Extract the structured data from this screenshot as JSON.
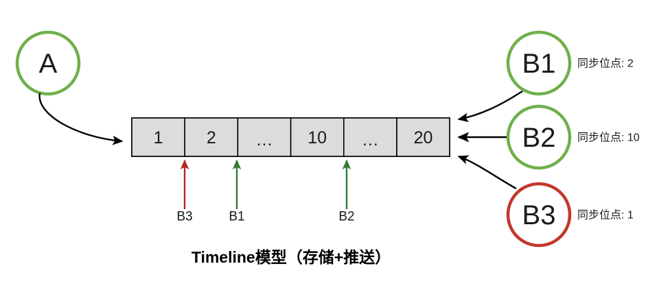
{
  "title": "Timeline模型（存储+推送）",
  "timeline": {
    "name": "timeline-track",
    "cells": [
      {
        "label": "1"
      },
      {
        "label": "2"
      },
      {
        "label": "…"
      },
      {
        "label": "10"
      },
      {
        "label": "…"
      },
      {
        "label": "20"
      }
    ],
    "fill": "#dcdcdc",
    "stroke": "#000000"
  },
  "producer": {
    "label": "A",
    "color": "#6fb04a"
  },
  "consumers": [
    {
      "label": "B1",
      "color": "#6fb04a",
      "sync_text": "同步位点: 2",
      "sync_value": "2"
    },
    {
      "label": "B2",
      "color": "#6fb04a",
      "sync_text": "同步位点: 10",
      "sync_value": "10"
    },
    {
      "label": "B3",
      "color": "#c3362a",
      "sync_text": "同步位点: 1",
      "sync_value": "1"
    }
  ],
  "markers": [
    {
      "label": "B3",
      "color": "#b02b1f",
      "cell_index": 1
    },
    {
      "label": "B1",
      "color": "#2f7d32",
      "cell_index": 2
    },
    {
      "label": "B2",
      "color": "#2f7d32",
      "cell_index": 4
    }
  ],
  "colors": {
    "green": "#6fb04a",
    "red": "#c3362a",
    "arrow_black": "#000000",
    "marker_green": "#2f7d32",
    "marker_red": "#b02b1f",
    "cell_fill": "#dcdcdc",
    "background": "#ffffff"
  }
}
